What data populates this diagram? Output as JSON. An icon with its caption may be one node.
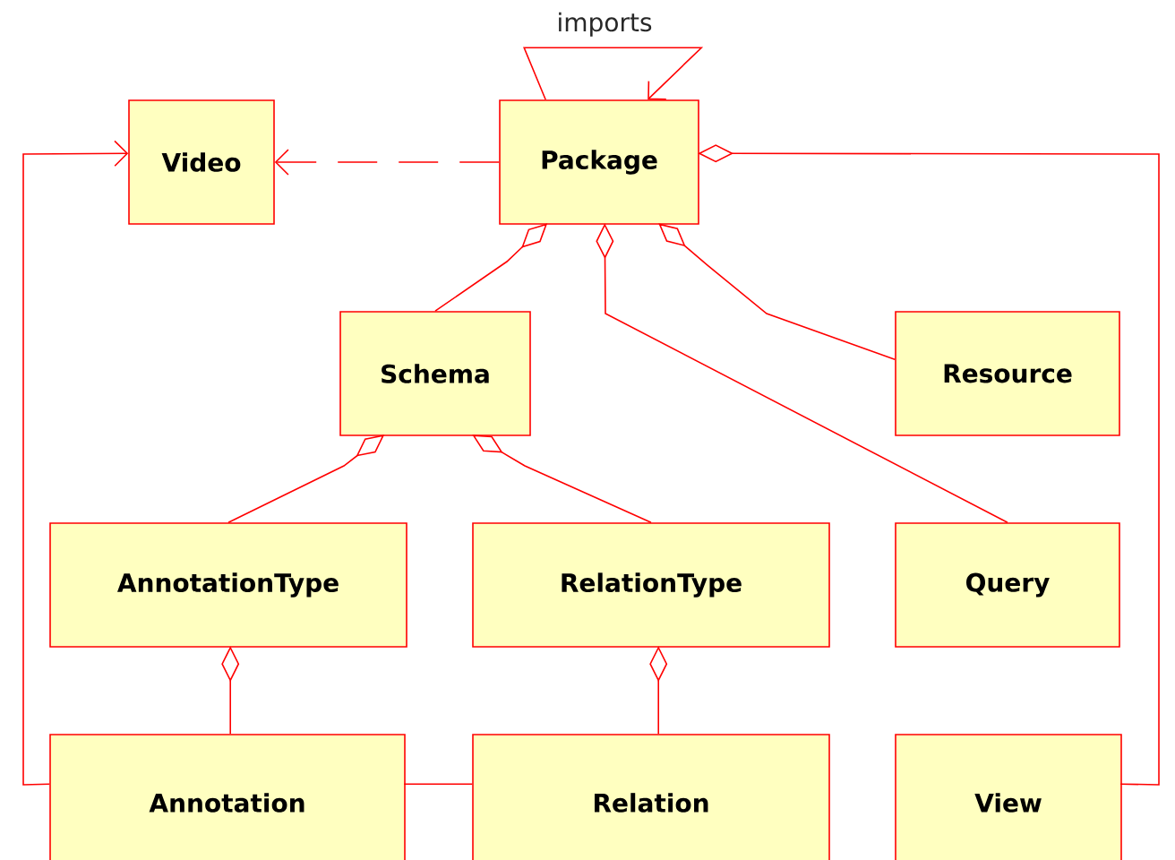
{
  "diagram": {
    "nodes": [
      {
        "text": [
          "Video"
        ]
      },
      {
        "text": [
          "Package"
        ]
      },
      {
        "text": [
          "Schema"
        ]
      },
      {
        "text": [
          "Resource"
        ]
      },
      {
        "text": [
          "AnnotationType"
        ]
      },
      {
        "text": [
          "RelationType"
        ]
      },
      {
        "text": [
          "Query"
        ]
      },
      {
        "text": [
          "Annotation"
        ]
      },
      {
        "text": [
          "Relation"
        ]
      },
      {
        "text": [
          "View"
        ]
      }
    ],
    "edges": [
      {
        "from": 1,
        "to": 1,
        "arrow": "to",
        "label": "imports"
      },
      {
        "from": 1,
        "to": 0,
        "arrow": "to",
        "style": "dashed"
      },
      {
        "from": 7,
        "to": 0,
        "arrow": "to"
      },
      {
        "from": 9,
        "to": 1,
        "arrow": "other"
      },
      {
        "from": 2,
        "to": 1,
        "arrow": "other"
      },
      {
        "from": 3,
        "to": 1,
        "arrow": "other"
      },
      {
        "from": 6,
        "to": 1,
        "arrow": "other"
      },
      {
        "from": 4,
        "to": 2,
        "arrow": "other"
      },
      {
        "from": 5,
        "to": 2,
        "arrow": "other"
      },
      {
        "from": 7,
        "to": 4,
        "arrow": "other"
      },
      {
        "from": 8,
        "to": 5,
        "arrow": "other"
      },
      {
        "from": 7,
        "to": 8,
        "arrow": "none"
      }
    ]
  }
}
